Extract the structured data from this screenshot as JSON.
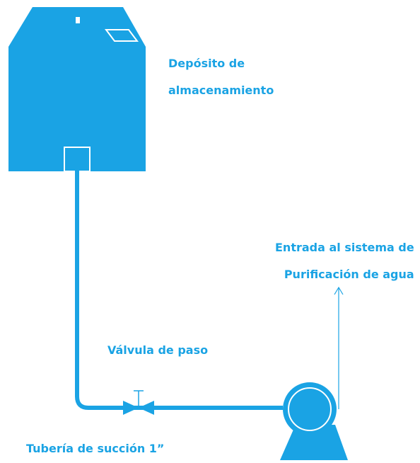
{
  "colors": {
    "accent": "#1aa3e4",
    "background": "#ffffff"
  },
  "labels": {
    "tank": [
      "Depósito de",
      "almacenamiento"
    ],
    "inlet": [
      "Entrada al sistema de",
      "Purificación de agua"
    ],
    "valve": "Válvula de paso",
    "pipe": "Tubería de succión 1”"
  },
  "icons": {
    "tank": "storage-tank-icon",
    "valve": "gate-valve-icon",
    "pump": "centrifugal-pump-icon",
    "flow": "up-arrow-icon"
  }
}
